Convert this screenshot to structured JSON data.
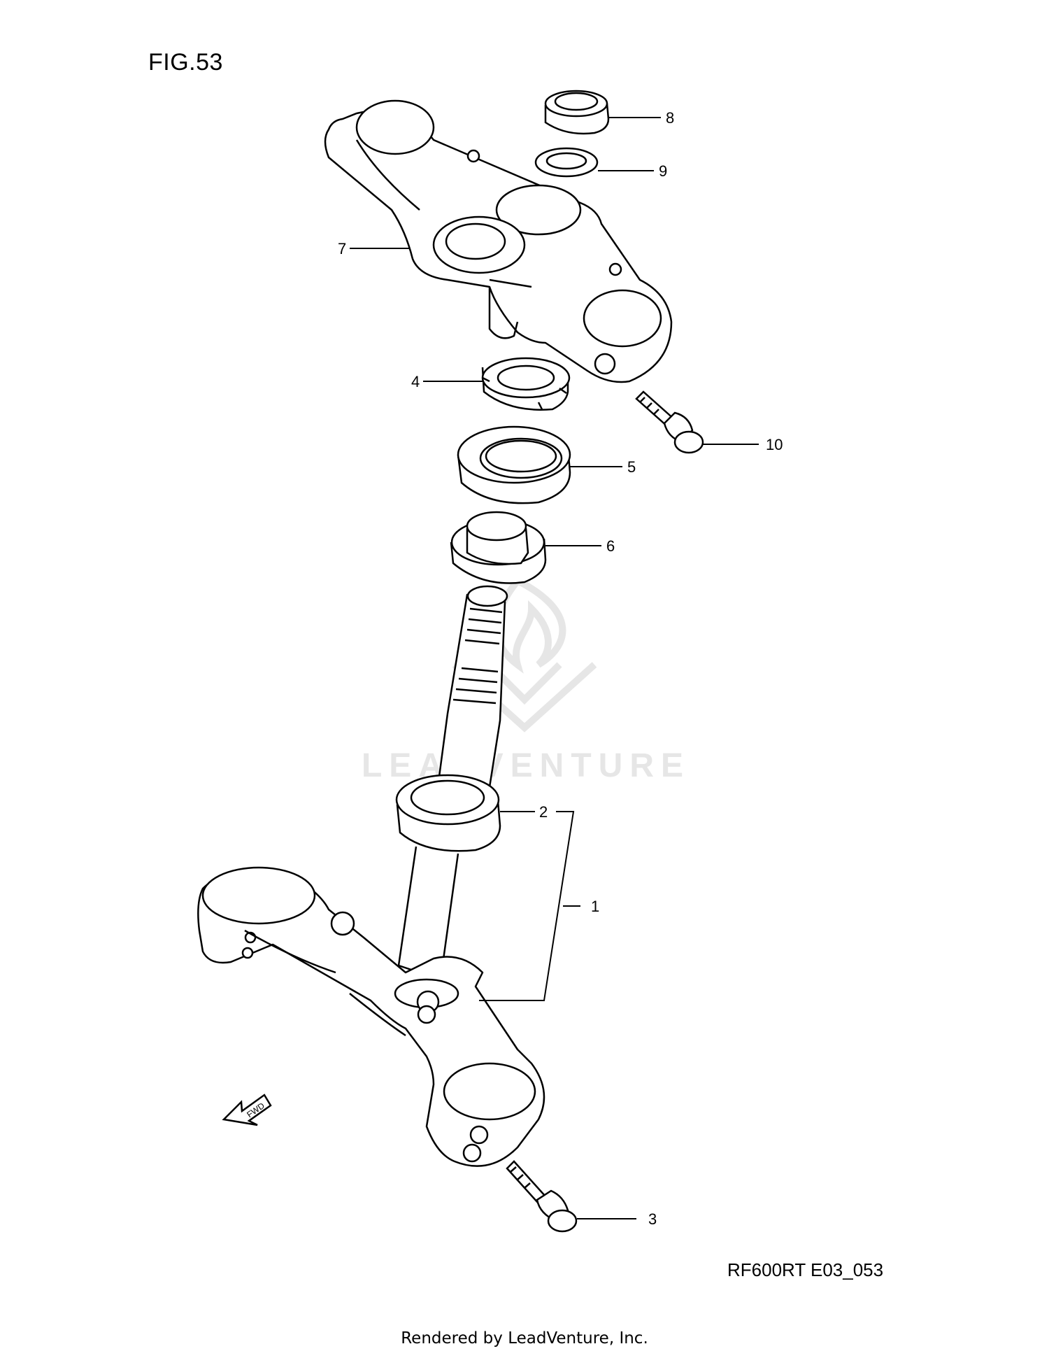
{
  "figure": {
    "title": "FIG.53",
    "code": "RF600RT E03_053"
  },
  "callouts": [
    {
      "number": "1",
      "part": "steering-stem-lower-bracket"
    },
    {
      "number": "2",
      "part": "bearing-lower"
    },
    {
      "number": "3",
      "part": "bolt-lower"
    },
    {
      "number": "4",
      "part": "stem-nut"
    },
    {
      "number": "5",
      "part": "bearing-upper"
    },
    {
      "number": "6",
      "part": "bearing-upper-inner"
    },
    {
      "number": "7",
      "part": "upper-bracket"
    },
    {
      "number": "8",
      "part": "head-nut"
    },
    {
      "number": "9",
      "part": "washer"
    },
    {
      "number": "10",
      "part": "bolt-upper"
    }
  ],
  "direction_arrow": {
    "label": "FWD"
  },
  "watermark": {
    "text": "LEADVENTURE"
  },
  "footer": {
    "text": "Rendered by LeadVenture, Inc."
  },
  "colors": {
    "line": "#000000",
    "watermark": "#e6e6e6",
    "background": "#ffffff"
  }
}
